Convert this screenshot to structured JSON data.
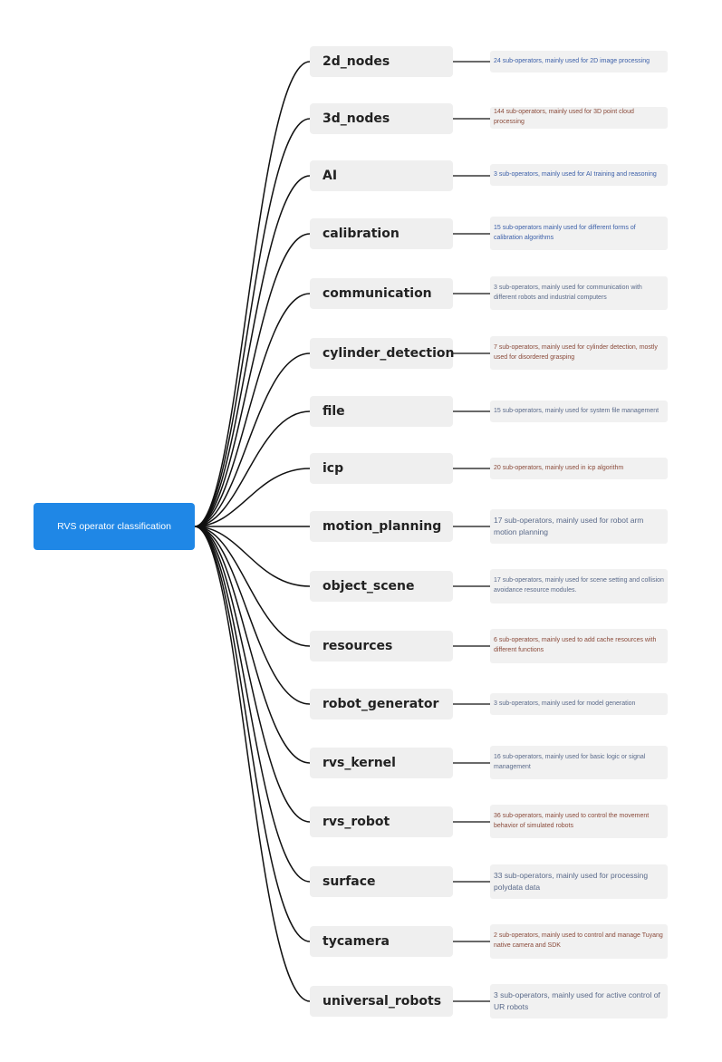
{
  "root": {
    "label": "RVS operator classification"
  },
  "colors": {
    "root_bg": "#1f87e6",
    "node_bg": "#efefef",
    "desc_bg": "#f1f1f1",
    "line": "#111111"
  },
  "nodes": [
    {
      "name": "2d_nodes",
      "desc": "24 sub-operators, mainly used for 2D image processing"
    },
    {
      "name": "3d_nodes",
      "desc": "144 sub-operators, mainly used for 3D point cloud processing"
    },
    {
      "name": "AI",
      "desc": "3 sub-operators, mainly used for AI training and reasoning"
    },
    {
      "name": "calibration",
      "desc": "15 sub-operators mainly used for different forms of calibration algorithms"
    },
    {
      "name": "communication",
      "desc": "3 sub-operators, mainly used for communication with different robots and industrial computers"
    },
    {
      "name": "cylinder_detection",
      "desc": "7 sub-operators, mainly used for cylinder detection, mostly used for disordered grasping"
    },
    {
      "name": "file",
      "desc": "15 sub-operators, mainly used for system file management"
    },
    {
      "name": "icp",
      "desc": "20 sub-operators, mainly used in icp algorithm"
    },
    {
      "name": "motion_planning",
      "desc": "17 sub-operators, mainly used for robot arm motion planning"
    },
    {
      "name": "object_scene",
      "desc": "17 sub-operators, mainly used for scene setting and collision avoidance resource modules."
    },
    {
      "name": "resources",
      "desc": "6 sub-operators, mainly used to add cache resources with different functions"
    },
    {
      "name": "robot_generator",
      "desc": "3 sub-operators, mainly used for model generation"
    },
    {
      "name": "rvs_kernel",
      "desc": "16 sub-operators, mainly used for basic logic or signal management"
    },
    {
      "name": "rvs_robot",
      "desc": "36 sub-operators, mainly used to control the movement behavior of simulated robots"
    },
    {
      "name": "surface",
      "desc": "33 sub-operators, mainly used for processing polydata data"
    },
    {
      "name": "tycamera",
      "desc": "2 sub-operators, mainly used to control and manage Tuyang native camera and SDK"
    },
    {
      "name": "universal_robots",
      "desc": "3 sub-operators, mainly used for active control of UR robots"
    }
  ]
}
